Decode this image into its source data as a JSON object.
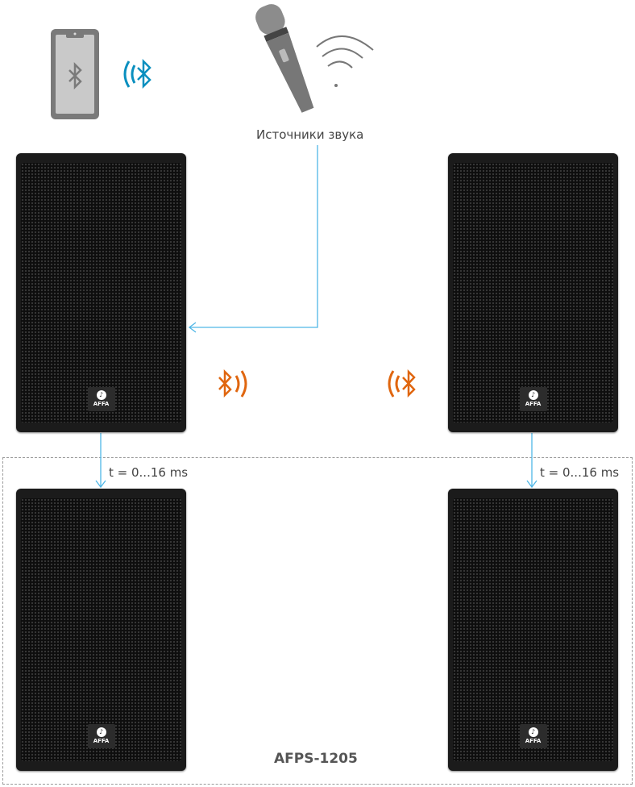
{
  "sources_label": "Источники звука",
  "delay_left": "t = 0...16 ms",
  "delay_right": "t = 0...16 ms",
  "model": "AFPS-1205",
  "speaker_brand": "AFFA",
  "colors": {
    "bluetooth_phone": "#0a8fbf",
    "bluetooth_link": "#e0660f",
    "signal_line": "#4fb6e6"
  },
  "icons": [
    "smartphone-icon",
    "bluetooth-icon",
    "microphone-icon",
    "wireless-signal-icon"
  ]
}
